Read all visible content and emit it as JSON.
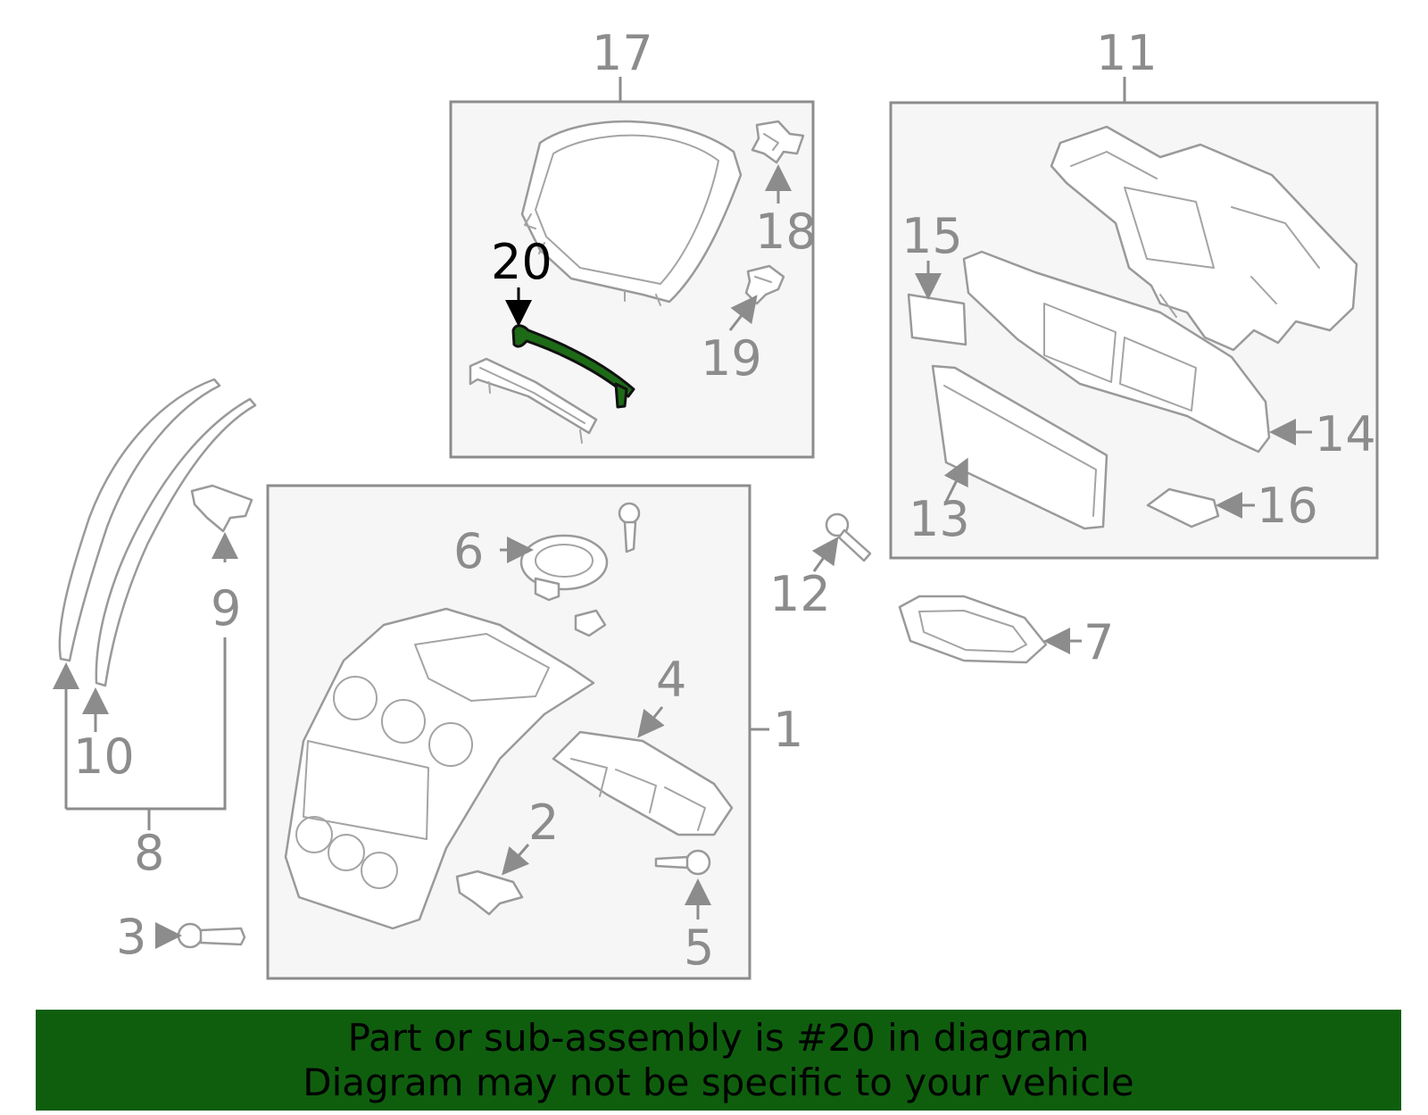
{
  "callouts": {
    "c1": "1",
    "c2": "2",
    "c3": "3",
    "c4": "4",
    "c5": "5",
    "c6": "6",
    "c7": "7",
    "c8": "8",
    "c9": "9",
    "c10": "10",
    "c11": "11",
    "c12": "12",
    "c13": "13",
    "c14": "14",
    "c15": "15",
    "c16": "16",
    "c17": "17",
    "c18": "18",
    "c19": "19",
    "c20": "20"
  },
  "highlighted_part": "20",
  "colors": {
    "banner_background": "#0f5e0e",
    "highlight_part": "#1d6a17",
    "line_art": "#9a9a9a"
  },
  "banner": {
    "line1": "Part or sub-assembly is #20 in diagram",
    "line2": "Diagram may not be specific to your vehicle"
  }
}
